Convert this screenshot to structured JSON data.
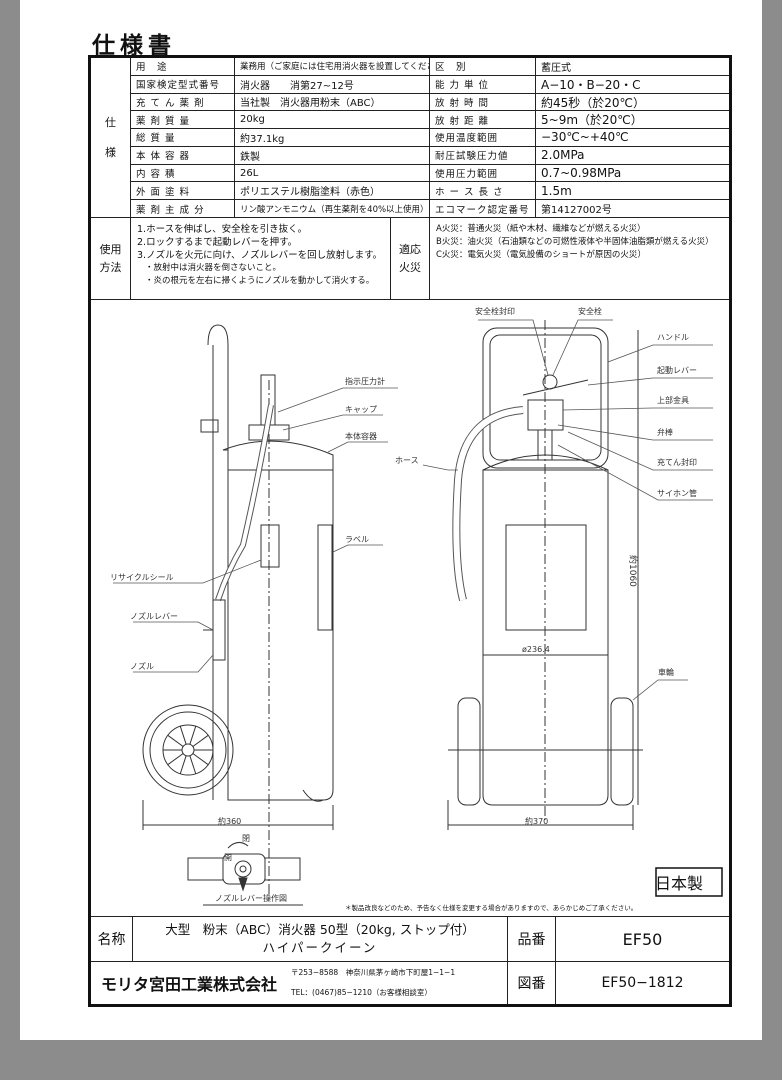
{
  "title": "仕様書",
  "spec_section_label": [
    "仕",
    "様"
  ],
  "spec_left": [
    {
      "label": "用　途",
      "value": "業務用（ご家庭には住宅用消火器を設置してください）"
    },
    {
      "label": "国家検定型式番号",
      "value": "消火器　　消第27~12号"
    },
    {
      "label": "充 て ん 薬 剤",
      "value": "当社製　消火器用粉末（ABC）"
    },
    {
      "label": "薬 剤 質 量",
      "value": "20kg"
    },
    {
      "label": "総 質 量",
      "value": "約37.1kg"
    },
    {
      "label": "本 体 容 器",
      "value": "鉄製"
    },
    {
      "label": "内 容 積",
      "value": "26L"
    },
    {
      "label": "外 面 塗 料",
      "value": "ポリエステル樹脂塗料（赤色）"
    },
    {
      "label": "薬 剤 主 成 分",
      "value": "リン酸アンモニウム（再生薬剤を40%以上使用）"
    }
  ],
  "spec_right": [
    {
      "label": "区　別",
      "value": "蓄圧式"
    },
    {
      "label": "能 力 単 位",
      "value": "A−10・B−20・C"
    },
    {
      "label": "放 射 時 間",
      "value": "約45秒（於20℃）"
    },
    {
      "label": "放 射 距 離",
      "value": "5~9m（於20℃）"
    },
    {
      "label": "使用温度範囲",
      "value": "−30℃~+40℃"
    },
    {
      "label": "耐圧試験圧力値",
      "value": "2.0MPa"
    },
    {
      "label": "使用圧力範囲",
      "value": "0.7~0.98MPa"
    },
    {
      "label": "ホ ー ス 長 さ",
      "value": "1.5m"
    },
    {
      "label": "エコマーク認定番号",
      "value": "第14127002号"
    }
  ],
  "usage": {
    "label": [
      "使用",
      "方法"
    ],
    "steps": [
      "1.ホースを伸ばし、安全栓を引き抜く。",
      "2.ロックするまで起動レバーを押す。",
      "3.ノズルを火元に向け、ノズルレバーを回し放射します。",
      "・放射中は消火器を倒さないこと。",
      "・炎の根元を左右に掃くようにノズルを動かして消火する。"
    ]
  },
  "fire": {
    "label": [
      "適応",
      "火災"
    ],
    "types": [
      "A火災：普通火災（紙や木材、繊維などが燃える火災）",
      "B火災：油火災（石油類などの可燃性液体や半固体油脂類が燃える火災）",
      "C火災：電気火災（電気設備のショートが原因の火災）"
    ]
  },
  "drawing": {
    "left_labels": {
      "gauge": "指示圧力計",
      "cap": "キャップ",
      "body": "本体容器",
      "label": "ラベル",
      "recycle": "リサイクルシール",
      "nozzle_lever": "ノズルレバー",
      "nozzle": "ノズル",
      "hose": "ホース"
    },
    "right_labels": {
      "seal": "安全栓封印",
      "pin": "安全栓",
      "handle": "ハンドル",
      "lever": "起動レバー",
      "top": "上部金具",
      "valve": "弁棒",
      "fill_seal": "充てん封印",
      "siphon": "サイホン管",
      "wheel": "車輪"
    },
    "dims": {
      "width_left": "約360",
      "width_right": "約370",
      "diameter": "ø236.4",
      "height": "約1060"
    },
    "nozzle_diagram": {
      "caption": "ノズルレバー操作図",
      "closed": "閉",
      "open": "開"
    },
    "made_in": "日本製",
    "note": "＊製品改良などのため、予告なく仕様を変更する場合がありますので、あらかじめご了承ください。"
  },
  "footer": {
    "name_label": "名称",
    "name_line1": "大型　粉末（ABC）消火器 50型（20kg, ストップ付）",
    "name_line2": "ハイパークイーン",
    "part_label": "品番",
    "part_value": "EF50",
    "company": "モリタ宮田工業株式会社",
    "address": "〒253−8588　神奈川県茅ヶ崎市下町屋1−1−1",
    "tel": "TEL：(0467)85−1210（お客様相談室）",
    "drawing_label": "図番",
    "drawing_value": "EF50−1812"
  }
}
